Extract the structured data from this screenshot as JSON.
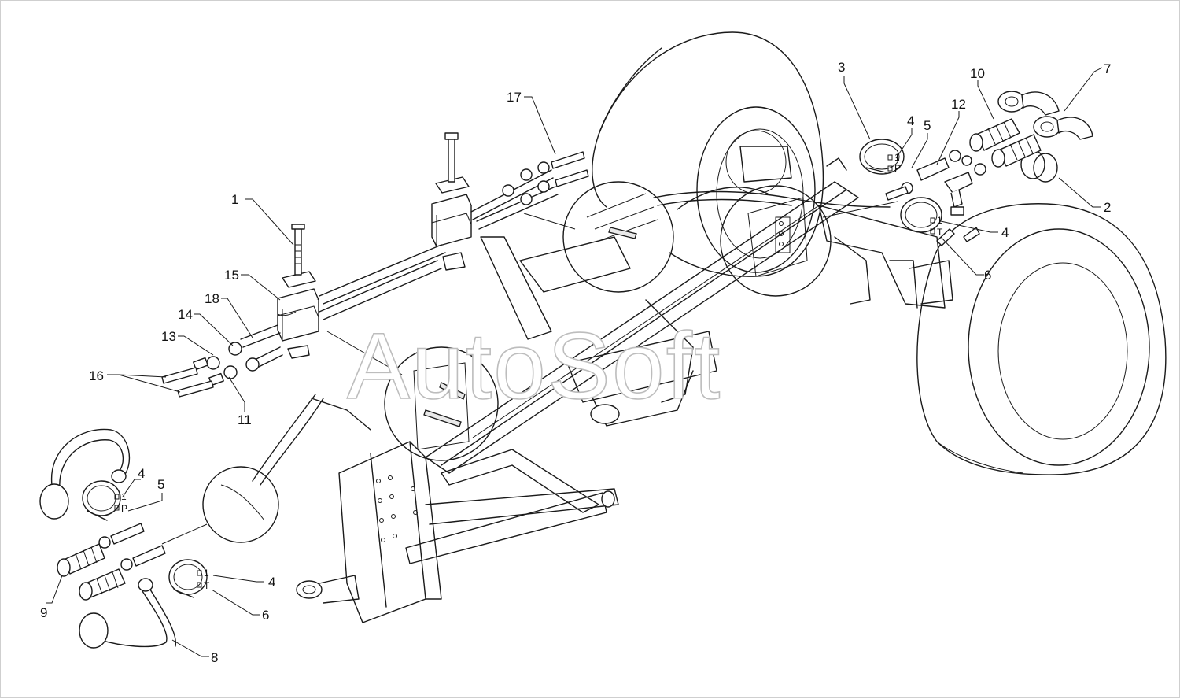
{
  "watermark": "AutoSoft",
  "callouts": [
    {
      "id": "c1",
      "text": "1"
    },
    {
      "id": "c2",
      "text": "2"
    },
    {
      "id": "c3",
      "text": "3"
    },
    {
      "id": "c4a",
      "text": "4"
    },
    {
      "id": "c4b",
      "text": "4"
    },
    {
      "id": "c4c",
      "text": "4"
    },
    {
      "id": "c4d",
      "text": "4"
    },
    {
      "id": "c5a",
      "text": "5"
    },
    {
      "id": "c5b",
      "text": "5"
    },
    {
      "id": "c6a",
      "text": "6"
    },
    {
      "id": "c6b",
      "text": "6"
    },
    {
      "id": "c7",
      "text": "7"
    },
    {
      "id": "c8",
      "text": "8"
    },
    {
      "id": "c9",
      "text": "9"
    },
    {
      "id": "c10",
      "text": "10"
    },
    {
      "id": "c11",
      "text": "11"
    },
    {
      "id": "c12",
      "text": "12"
    },
    {
      "id": "c13",
      "text": "13"
    },
    {
      "id": "c14",
      "text": "14"
    },
    {
      "id": "c15",
      "text": "15"
    },
    {
      "id": "c16",
      "text": "16"
    },
    {
      "id": "c17",
      "text": "17"
    },
    {
      "id": "c18",
      "text": "18"
    }
  ],
  "tags": {
    "one": "1",
    "p": "P",
    "t": "T"
  }
}
